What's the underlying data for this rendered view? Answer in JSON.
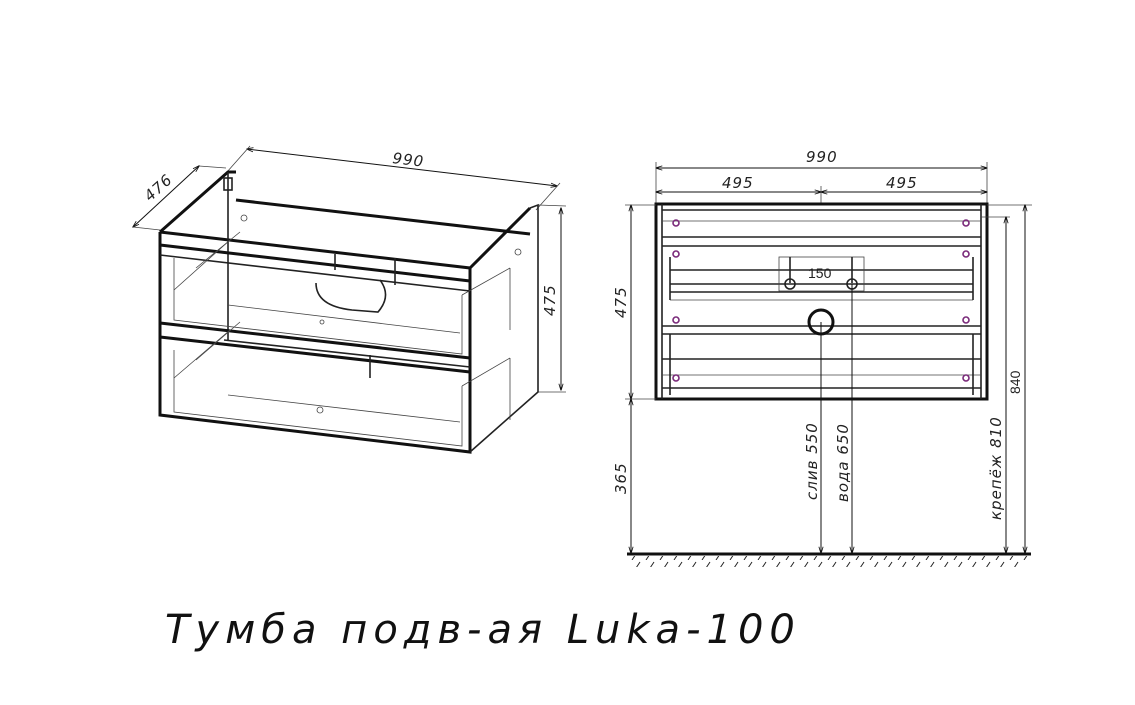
{
  "title": "Тумба подв-ая Luka-100",
  "iso_view": {
    "dims": {
      "width": "990",
      "depth": "476",
      "height": "475"
    }
  },
  "front_view": {
    "dims": {
      "total_width": "990",
      "left_half": "495",
      "right_half": "495",
      "body_height": "475",
      "floor_gap": "365",
      "total_height": "840",
      "pipe_spacing": "150"
    },
    "labels": {
      "drain": "слив 550",
      "water": "вода 650",
      "mount": "крепёж 810"
    }
  },
  "colors": {
    "line": "#111111",
    "fastener": "#7a2a7a",
    "background": "#ffffff"
  }
}
